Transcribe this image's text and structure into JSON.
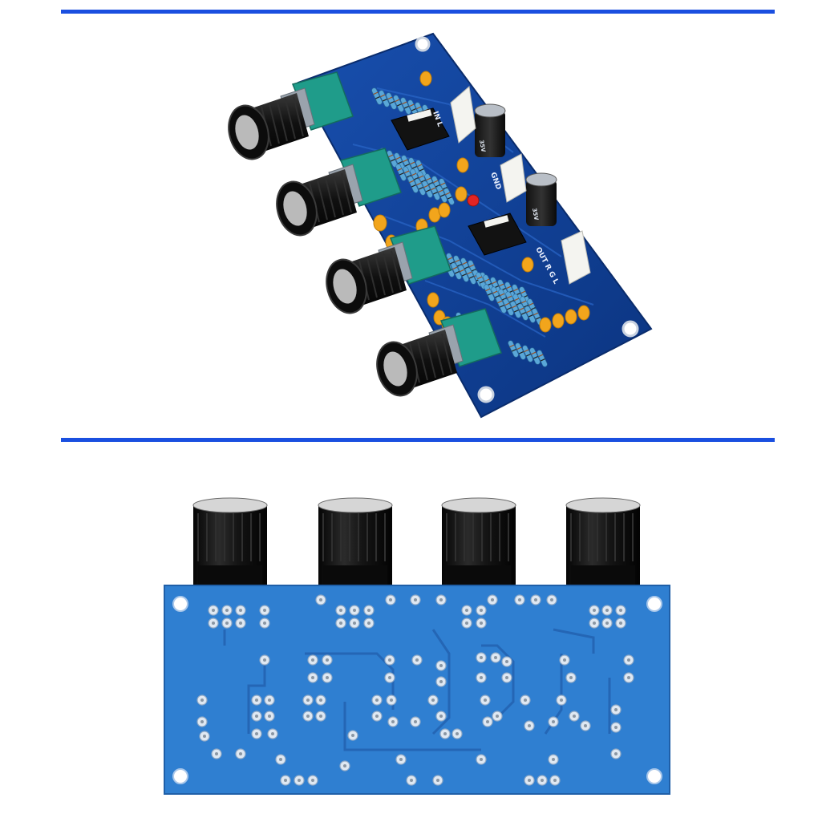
{
  "colors": {
    "divider": "#1a4fe0",
    "pcb_top": "#0f3f96",
    "pcb_bottom": "#2f7fd1",
    "knob": "#151515",
    "pot_body": "#1f9c8a",
    "ceramic_cap": "#f2a51c",
    "resistor": "#5aa7d8",
    "led": "#e22424",
    "connector": "#f4f4f0"
  },
  "top_view": {
    "pcb_labels": {
      "in": "IN L",
      "out": "OUT R G L",
      "gnd": "GND"
    },
    "capacitor_labels": [
      "35V",
      "35V"
    ]
  },
  "bottom_view": {
    "knob_count": 4
  }
}
